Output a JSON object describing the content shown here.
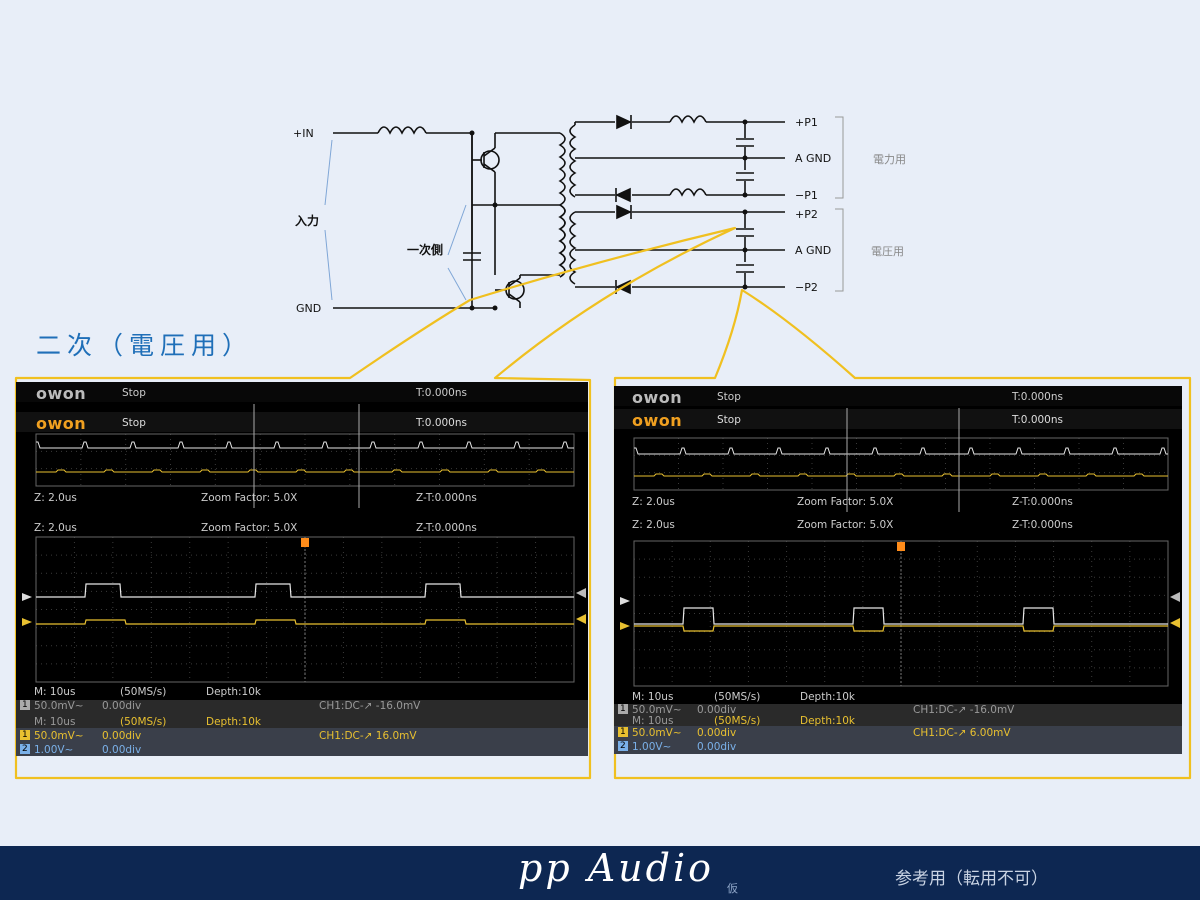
{
  "circuit": {
    "input_pos": "+IN",
    "input_gnd": "GND",
    "input_label": "入力",
    "primary_label": "一次側",
    "outputs": [
      "+P1",
      "A GND",
      "−P1",
      "+P2",
      "A GND",
      "−P2"
    ],
    "group_power": "電力用",
    "group_voltage": "電圧用"
  },
  "section_title": "二次（電圧用）",
  "scopes": [
    {
      "brand": "owon",
      "state": "Stop",
      "trigger_time": "T:0.000ns",
      "zoom_z": "Z: 2.0us",
      "zoom_factor": "Zoom Factor: 5.0X",
      "zoom_zt": "Z-T:0.000ns",
      "m_time": "M: 10us",
      "sample_rate": "(50MS/s)",
      "depth": "Depth:10k",
      "ch1_scale": "50.0mV~",
      "ch1_offset": "0.00div",
      "ch2_scale": "1.00V~",
      "ch2_offset": "0.00div",
      "trigger": "CH1:DC-↗ 16.0mV",
      "ghost_trigger": "CH1:DC-↗ -16.0mV",
      "ch1_marker": "1",
      "ch2_marker": "2",
      "trig_marker": "T"
    },
    {
      "brand": "owon",
      "state": "Stop",
      "trigger_time": "T:0.000ns",
      "zoom_z": "Z: 2.0us",
      "zoom_factor": "Zoom Factor: 5.0X",
      "zoom_zt": "Z-T:0.000ns",
      "m_time": "M: 10us",
      "sample_rate": "(50MS/s)",
      "depth": "Depth:10k",
      "ch1_scale": "50.0mV~",
      "ch1_offset": "0.00div",
      "ch2_scale": "1.00V~",
      "ch2_offset": "0.00div",
      "trigger": "CH1:DC-↗ 6.00mV",
      "ghost_trigger": "CH1:DC-↗ -16.0mV",
      "ch1_marker": "1",
      "ch2_marker": "2",
      "trig_marker": "T"
    }
  ],
  "colors": {
    "ch1": "#e8c030",
    "ch2": "#e6e6e6",
    "trigger": "#ff8c1a",
    "callout": "#f0c020",
    "footer": "#0d2752"
  },
  "footer": {
    "brand": "pp Audio",
    "brand_sub": "仮",
    "reference": "参考用（転用不可）"
  }
}
